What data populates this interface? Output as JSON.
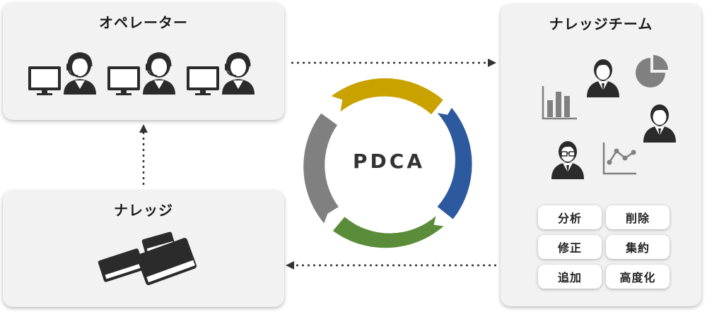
{
  "operator_panel": {
    "title": "オペレーター"
  },
  "knowledge_panel": {
    "title": "ナレッジ"
  },
  "team_panel": {
    "title": "ナレッジチーム",
    "actions": [
      "分析",
      "削除",
      "修正",
      "集約",
      "追加",
      "高度化"
    ]
  },
  "cycle": {
    "label": "PDCA",
    "colors": {
      "top": "#c9a200",
      "right": "#2d5a9e",
      "bottom": "#5a8c3a",
      "left": "#808080"
    }
  },
  "icons": {
    "operators": [
      "monitor-icon",
      "operator-headset-icon"
    ],
    "knowledge": "books-icon",
    "team": [
      "bar-chart-icon",
      "pie-chart-icon",
      "line-chart-icon",
      "person-icon"
    ]
  }
}
